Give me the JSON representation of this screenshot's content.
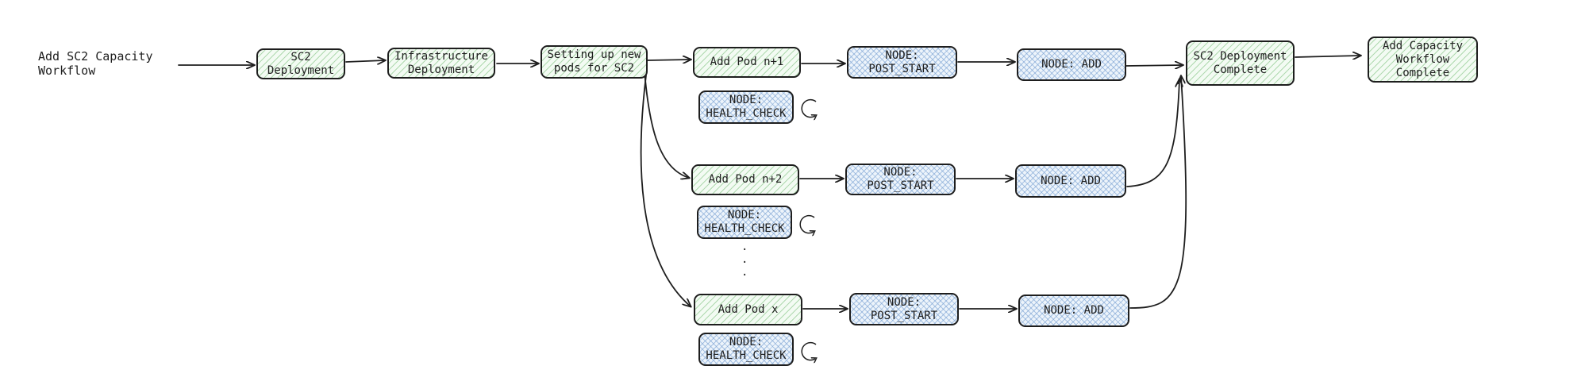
{
  "workflow": {
    "title": "Add SC2 Capacity\nWorkflow"
  },
  "main_flow": {
    "sc2_deployment": "SC2\nDeployment",
    "infrastructure_deployment": "Infrastructure\nDeployment",
    "setting_up_pods": "Setting up new\npods for SC2"
  },
  "pods": [
    {
      "name": "Add Pod n+1",
      "post_start": "NODE:\nPOST_START",
      "add": "NODE: ADD",
      "health_check": "NODE:\nHEALTH_CHECK"
    },
    {
      "name": "Add Pod n+2",
      "post_start": "NODE:\nPOST_START",
      "add": "NODE: ADD",
      "health_check": "NODE:\nHEALTH_CHECK"
    },
    {
      "name": "Add Pod x",
      "post_start": "NODE:\nPOST_START",
      "add": "NODE: ADD",
      "health_check": "NODE:\nHEALTH_CHECK"
    }
  ],
  "ellipsis": ".",
  "completion": {
    "sc2_complete": "SC2 Deployment\nComplete",
    "workflow_complete": "Add Capacity\nWorkflow\nComplete"
  },
  "icons": {
    "loop": "refresh-icon"
  },
  "colors": {
    "green_fill": "#ebf8eb",
    "blue_fill": "#e3eefa",
    "stroke": "#1e1e1e"
  }
}
